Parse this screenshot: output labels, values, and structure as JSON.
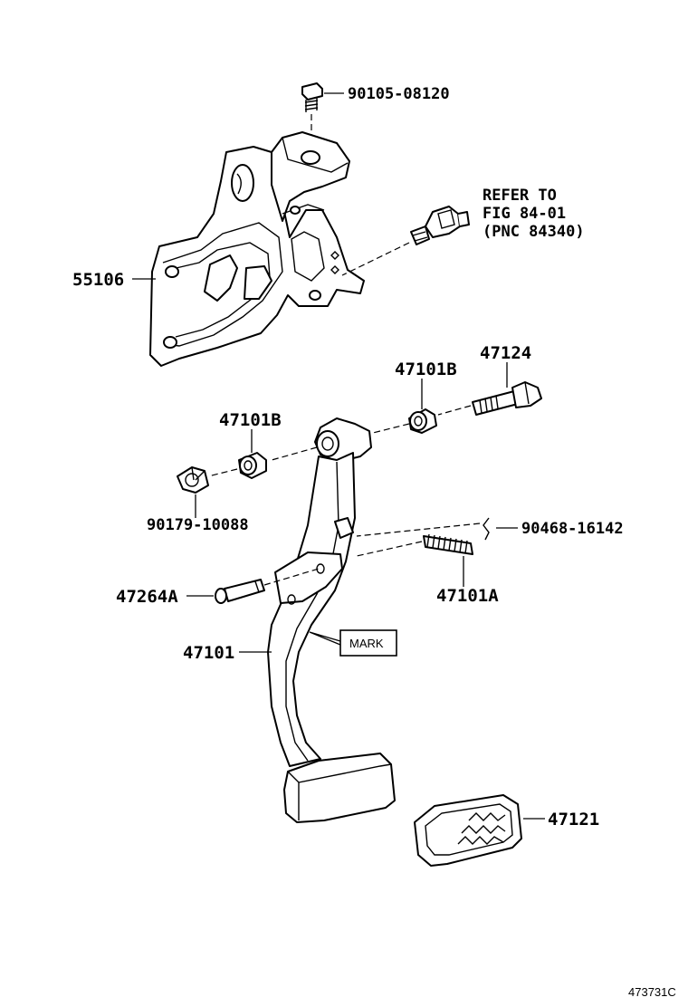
{
  "diagram": {
    "labels": {
      "bolt_top": "90105-08120",
      "refer_line1": "REFER TO",
      "refer_line2": "FIG 84-01",
      "refer_line3": "(PNC 84340)",
      "bracket": "55106",
      "bushing_right": "47101B",
      "bolt_pivot": "47124",
      "bushing_left": "47101B",
      "nut": "90179-10088",
      "clip": "90468-16142",
      "pin": "47264A",
      "spring": "47101A",
      "pedal_arm": "47101",
      "mark": "MARK",
      "pedal_pad": "47121",
      "figure_id": "473731C"
    }
  }
}
